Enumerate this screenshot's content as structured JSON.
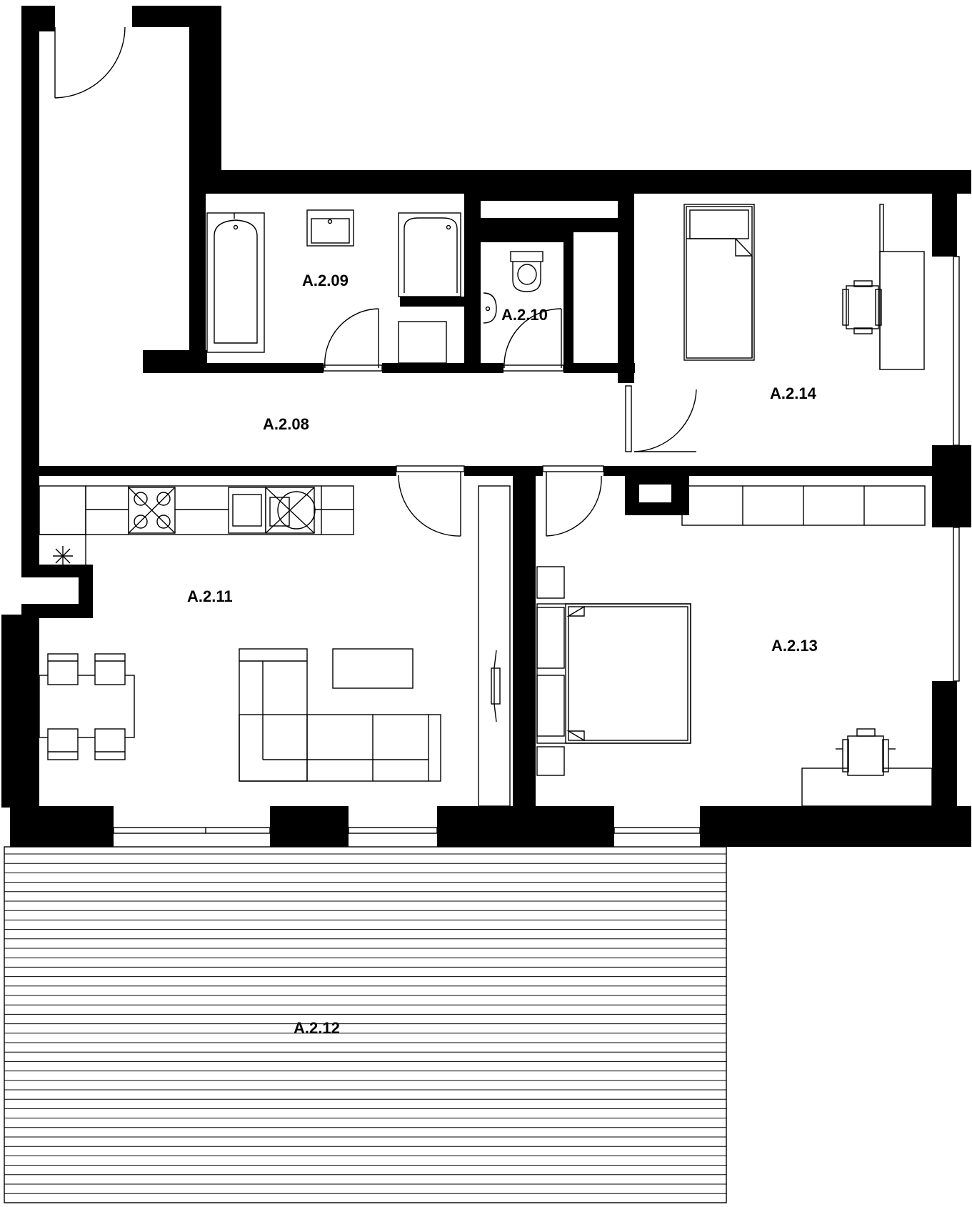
{
  "floor_plan": {
    "colors": {
      "wall": "#000000",
      "background": "#ffffff",
      "line": "#000000"
    },
    "rooms": [
      {
        "id": "A.2.08",
        "label": "A.2.08"
      },
      {
        "id": "A.2.09",
        "label": "A.2.09"
      },
      {
        "id": "A.2.10",
        "label": "A.2.10"
      },
      {
        "id": "A.2.11",
        "label": "A.2.11"
      },
      {
        "id": "A.2.12",
        "label": "A.2.12"
      },
      {
        "id": "A.2.13",
        "label": "A.2.13"
      },
      {
        "id": "A.2.14",
        "label": "A.2.14"
      }
    ],
    "icons": [
      "bathtub-icon",
      "sink-icon",
      "shower-icon",
      "toilet-icon",
      "bed-icon",
      "double-bed-icon",
      "desk-icon",
      "chair-icon",
      "stove-icon",
      "sofa-icon",
      "table-icon",
      "door-icon",
      "window-icon",
      "wardrobe-icon"
    ]
  }
}
